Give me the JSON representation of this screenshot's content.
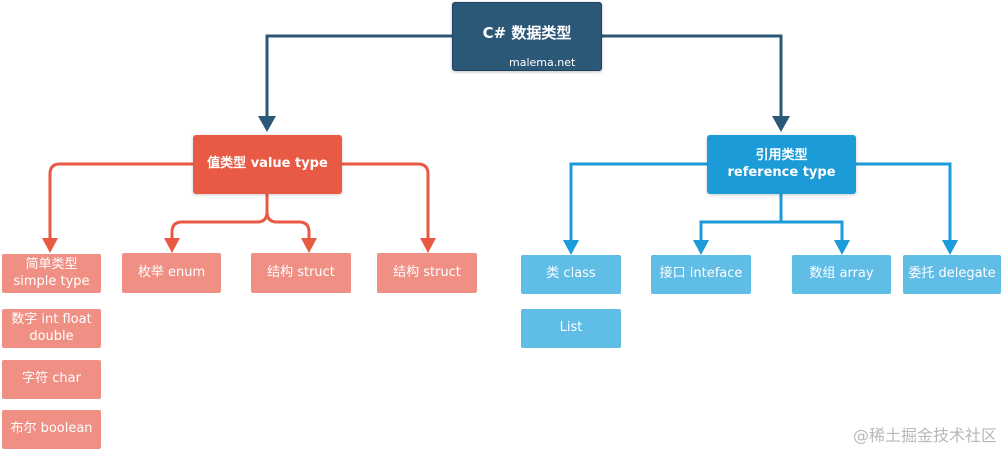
{
  "root": {
    "title": "C# 数据类型",
    "site": "malema.net"
  },
  "value_type": {
    "label": "值类型 value type",
    "children": {
      "simple": "简单类型\nsimple type",
      "simple_items": [
        "数字 int float\ndouble",
        "字符 char",
        "布尔 boolean"
      ],
      "enum": "枚举 enum",
      "struct1": "结构 struct",
      "struct2": "结构 struct"
    }
  },
  "reference_type": {
    "label": "引用类型\nreference type",
    "children": {
      "class": "类 class",
      "class_items": [
        "List"
      ],
      "interface": "接口 inteface",
      "array": "数组 array",
      "delegate": "委托 delegate"
    }
  },
  "watermark": "@稀土掘金技术社区",
  "colors": {
    "root": "#2c5877",
    "value": "#e85a43",
    "value_leaf": "#f08f84",
    "ref": "#1b9bd7",
    "ref_leaf": "#5fbde6"
  }
}
